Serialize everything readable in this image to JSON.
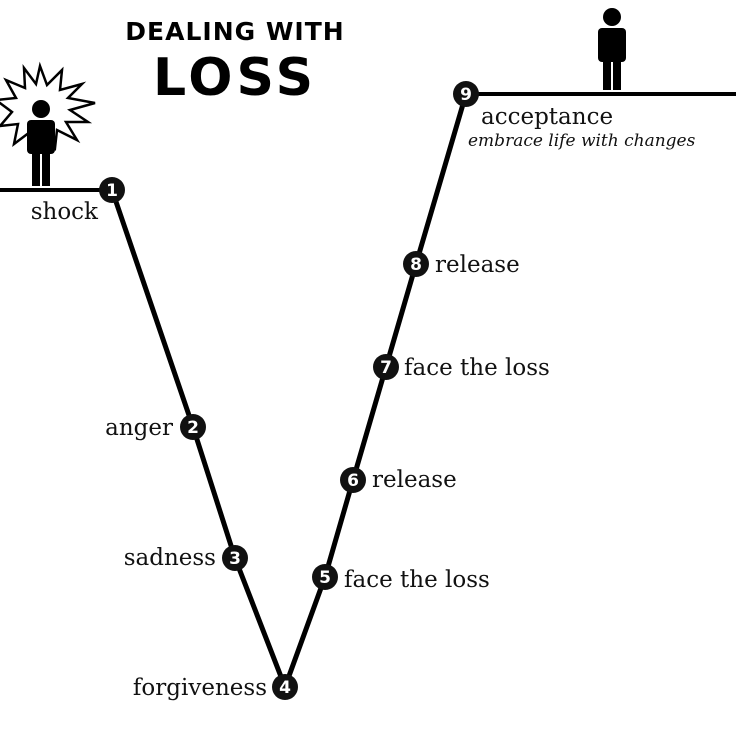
{
  "title": {
    "line1": "DEALING WITH",
    "line2": "LOSS"
  },
  "stages": [
    {
      "number": "1",
      "label": "shock"
    },
    {
      "number": "2",
      "label": "anger"
    },
    {
      "number": "3",
      "label": "sadness"
    },
    {
      "number": "4",
      "label": "forgiveness"
    },
    {
      "number": "5",
      "label": "face the loss"
    },
    {
      "number": "6",
      "label": "release"
    },
    {
      "number": "7",
      "label": "face the loss"
    },
    {
      "number": "8",
      "label": "release"
    },
    {
      "number": "9",
      "label": "acceptance",
      "sublabel": "embrace life with changes"
    }
  ],
  "icons": {
    "person_left": "person-icon",
    "burst": "shock-burst-icon",
    "person_right": "person-icon"
  },
  "colors": {
    "line": "#000000",
    "node": "#111111",
    "node_text": "#ffffff",
    "background": "#ffffff"
  }
}
